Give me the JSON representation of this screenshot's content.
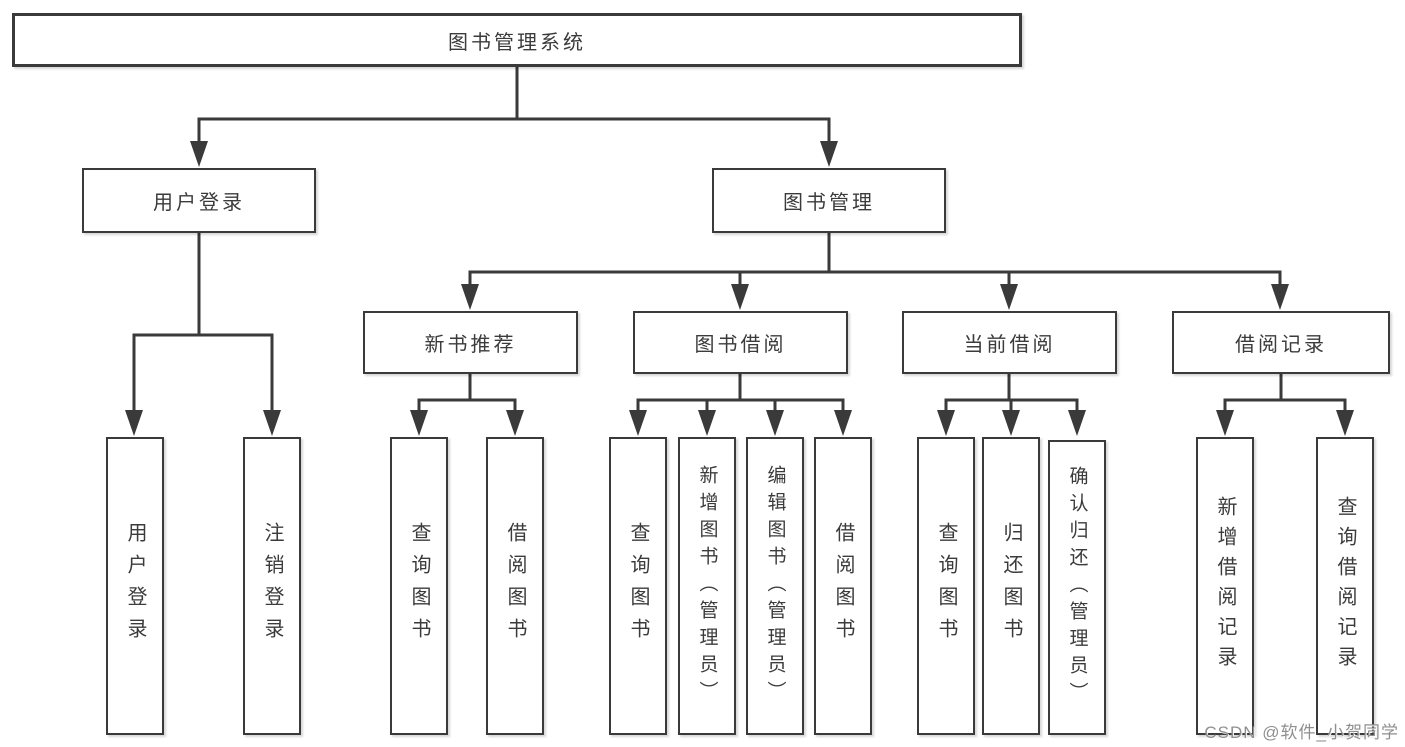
{
  "colors": {
    "line": "#3a3a3a",
    "text": "#3b3b3b",
    "boxbg": "#ffffff",
    "bg": "#ffffff",
    "wm": "#8f8f8f"
  },
  "watermark": {
    "text": "CSDN @软件_小贺同学"
  },
  "tree": {
    "root": {
      "label": "图书管理系统",
      "children": [
        {
          "label": "用户登录",
          "children": [
            {
              "label": "用户登录"
            },
            {
              "label": "注销登录"
            }
          ]
        },
        {
          "label": "图书管理",
          "children": [
            {
              "label": "新书推荐",
              "children": [
                {
                  "label": "查询图书"
                },
                {
                  "label": "借阅图书"
                }
              ]
            },
            {
              "label": "图书借阅",
              "children": [
                {
                  "label": "查询图书"
                },
                {
                  "label": "新增图书（管理员）"
                },
                {
                  "label": "编辑图书（管理员）"
                },
                {
                  "label": "借阅图书"
                }
              ]
            },
            {
              "label": "当前借阅",
              "children": [
                {
                  "label": "查询图书"
                },
                {
                  "label": "归还图书"
                },
                {
                  "label": "确认归还（管理员）"
                }
              ]
            },
            {
              "label": "借阅记录",
              "children": [
                {
                  "label": "新增借阅记录"
                },
                {
                  "label": "查询借阅记录"
                }
              ]
            }
          ]
        }
      ]
    }
  }
}
